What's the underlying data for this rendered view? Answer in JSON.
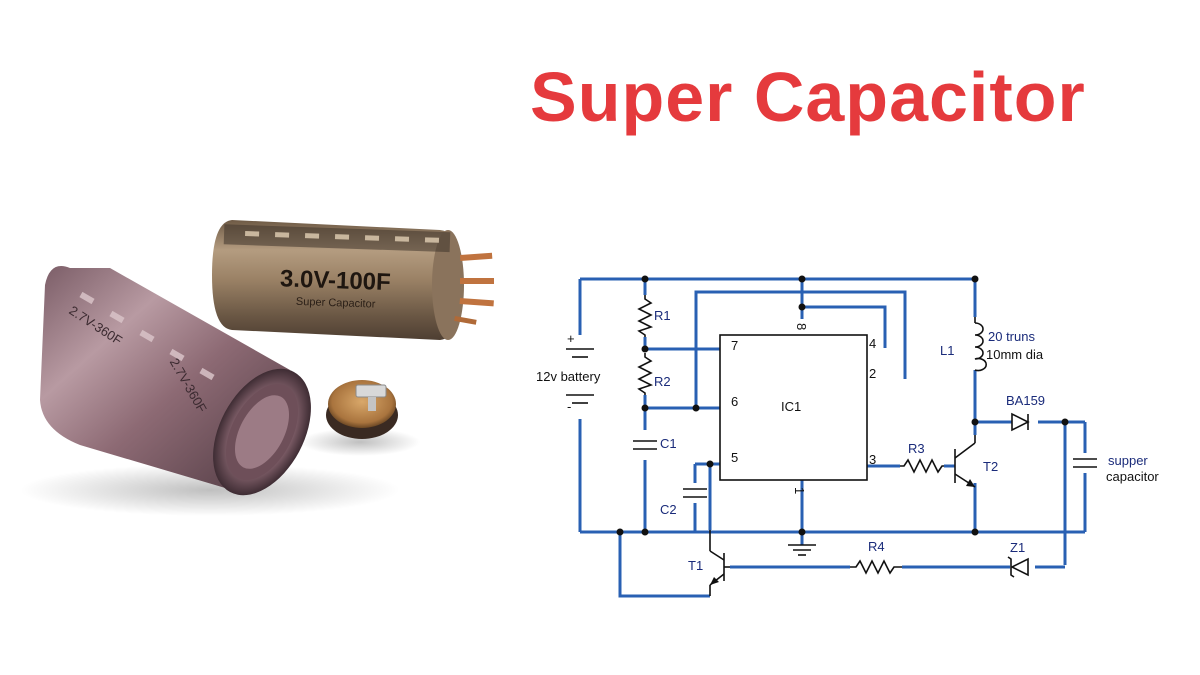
{
  "title": "Super Capacitor",
  "photo": {
    "large_cap_label": "3.0V-100F",
    "large_cap_sublabel": "Super Capacitor",
    "side_cap_label": "2.7V-360F"
  },
  "schematic": {
    "battery": {
      "plus": "+",
      "minus": "-",
      "label": "12v battery"
    },
    "ic": {
      "name": "IC1",
      "pins": {
        "p1": "1",
        "p2": "2",
        "p3": "3",
        "p4": "4",
        "p5": "5",
        "p6": "6",
        "p7": "7",
        "p8": "8"
      }
    },
    "resistors": {
      "r1": "R1",
      "r2": "R2",
      "r3": "R3",
      "r4": "R4"
    },
    "capacitors": {
      "c1": "C1",
      "c2": "C2"
    },
    "transistors": {
      "t1": "T1",
      "t2": "T2"
    },
    "inductor": {
      "name": "L1",
      "note1": "20 truns",
      "note2": "10mm dia"
    },
    "diode": {
      "name": "BA159"
    },
    "zener": {
      "name": "Z1"
    },
    "output_cap": {
      "line1": "supper",
      "line2": "capacitor"
    }
  },
  "colors": {
    "title": "#e53a3d",
    "wire": "#2960b3",
    "label": "#1a2b7a"
  }
}
